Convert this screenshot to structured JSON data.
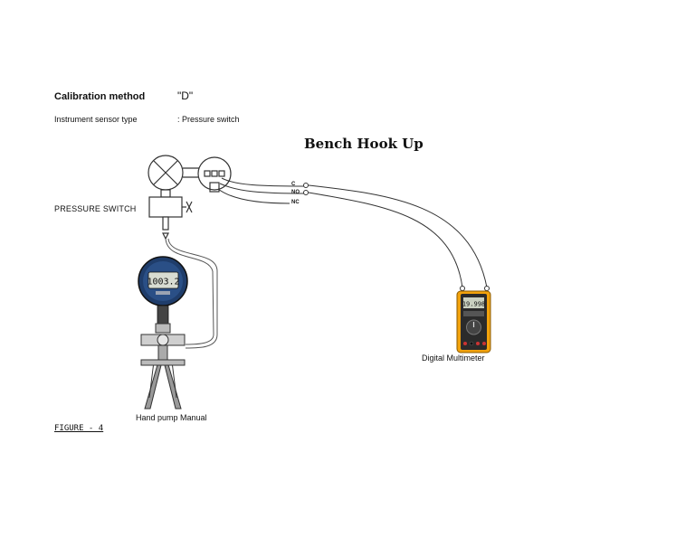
{
  "header": {
    "method_label": "Calibration method",
    "method_value": "\"D\"",
    "sensor_label": "Instrument sensor type",
    "sensor_value": ": Pressure switch"
  },
  "diagram": {
    "title": "Bench Hook Up",
    "pressure_switch_label": "PRESSURE SWITCH",
    "terminals": [
      "C",
      "NO",
      "NC"
    ],
    "gauge_reading": "1003.2",
    "multimeter_reading": "19.998",
    "multimeter_label": "Digital Multimeter",
    "pump_label": "Hand pump Manual",
    "figure_label": "FIGURE - 4"
  },
  "colors": {
    "line": "#333333",
    "gauge_body": "#1f3d6b",
    "meter_body": "#f2a20c",
    "meter_face": "#2b2b2b"
  }
}
